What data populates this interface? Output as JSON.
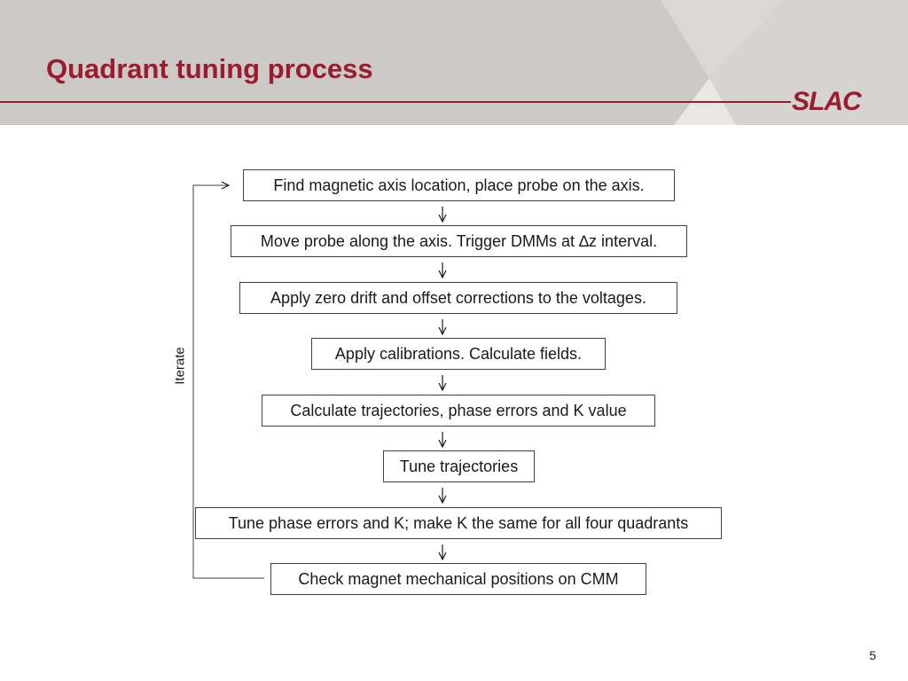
{
  "slide": {
    "title": "Quadrant tuning process",
    "logo_text": "SLAC",
    "page_number": "5",
    "accent_color": "#9b1b30",
    "header_color": "#cbcac6"
  },
  "flowchart": {
    "loop_label": "Iterate",
    "steps": [
      "Find magnetic axis location, place probe on the axis.",
      "Move probe along the axis. Trigger DMMs at ∆z interval.",
      "Apply zero drift and offset corrections to the voltages.",
      "Apply calibrations. Calculate fields.",
      "Calculate trajectories, phase errors and K value",
      "Tune trajectories",
      "Tune phase errors and K; make K the same for all four quadrants",
      "Check magnet mechanical positions on CMM"
    ]
  }
}
